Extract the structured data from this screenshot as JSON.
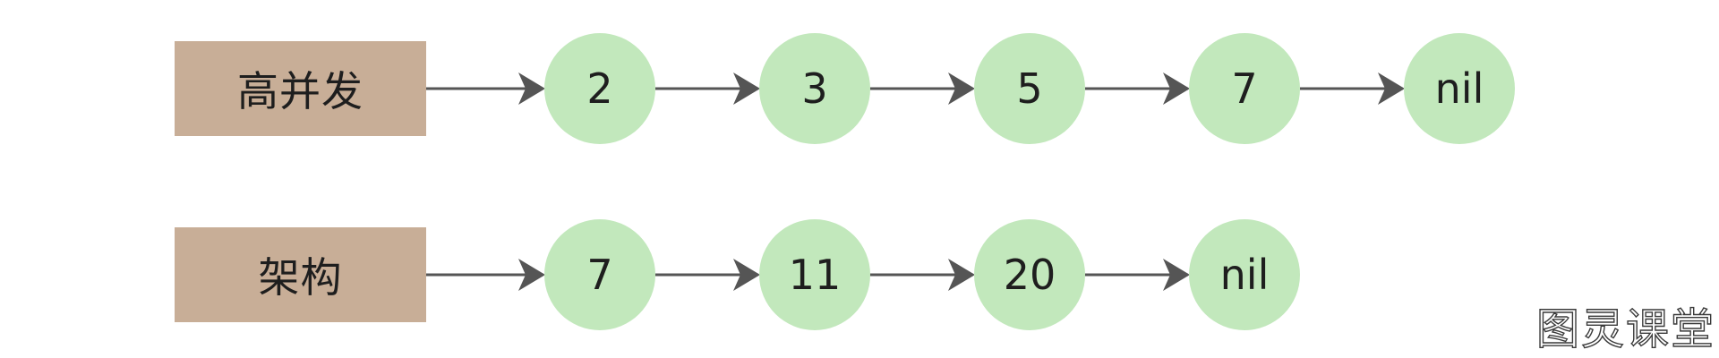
{
  "lists": [
    {
      "key": "高并发",
      "nodes": [
        "2",
        "3",
        "5",
        "7",
        "nil"
      ]
    },
    {
      "key": "架构",
      "nodes": [
        "7",
        "11",
        "20",
        "nil"
      ]
    }
  ],
  "watermark": "图灵课堂",
  "colors": {
    "key_box": "#c8ae97",
    "node": "#c2e8bc",
    "arrow": "#555555",
    "text": "#1e1e1e"
  }
}
